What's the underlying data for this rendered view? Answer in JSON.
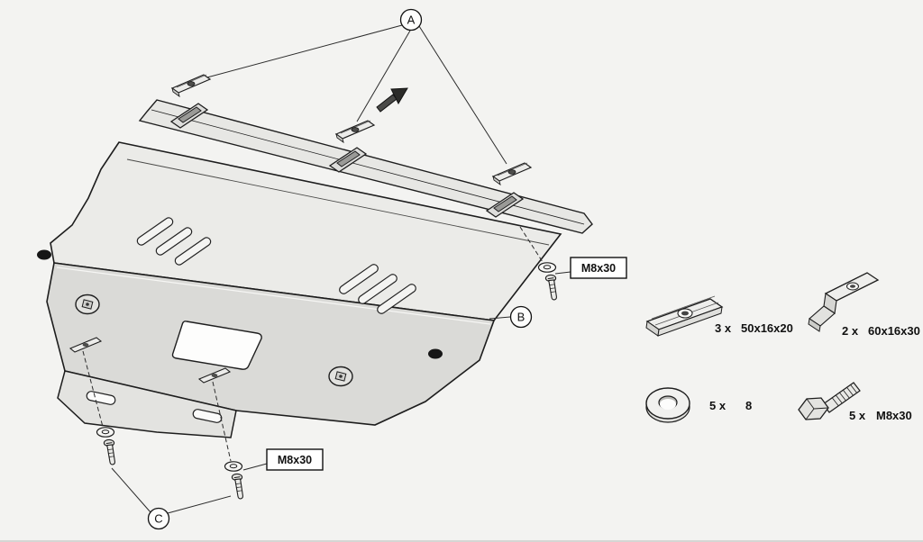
{
  "figure": {
    "callouts": {
      "a": "A",
      "b": "B",
      "c": "C"
    },
    "fastener_labels": {
      "top": "M8x30",
      "bottom": "M8x30"
    }
  },
  "legend": {
    "items": [
      {
        "part": "mounting-spacer-plate",
        "qty": "3 x",
        "size": "50x16x20"
      },
      {
        "part": "bent-mounting-bracket",
        "qty": "2 x",
        "size": "60x16x30"
      },
      {
        "part": "flat-washer",
        "qty": "5 x",
        "size": "8"
      },
      {
        "part": "hex-bolt",
        "qty": "5 x",
        "size": "M8x30"
      }
    ]
  },
  "colors": {
    "background": "#f3f3f1",
    "outline": "#1e1e1e",
    "plate_upper": "#ebebe8",
    "plate_lower": "#dadad7",
    "label_box_bg": "#ffffff"
  }
}
